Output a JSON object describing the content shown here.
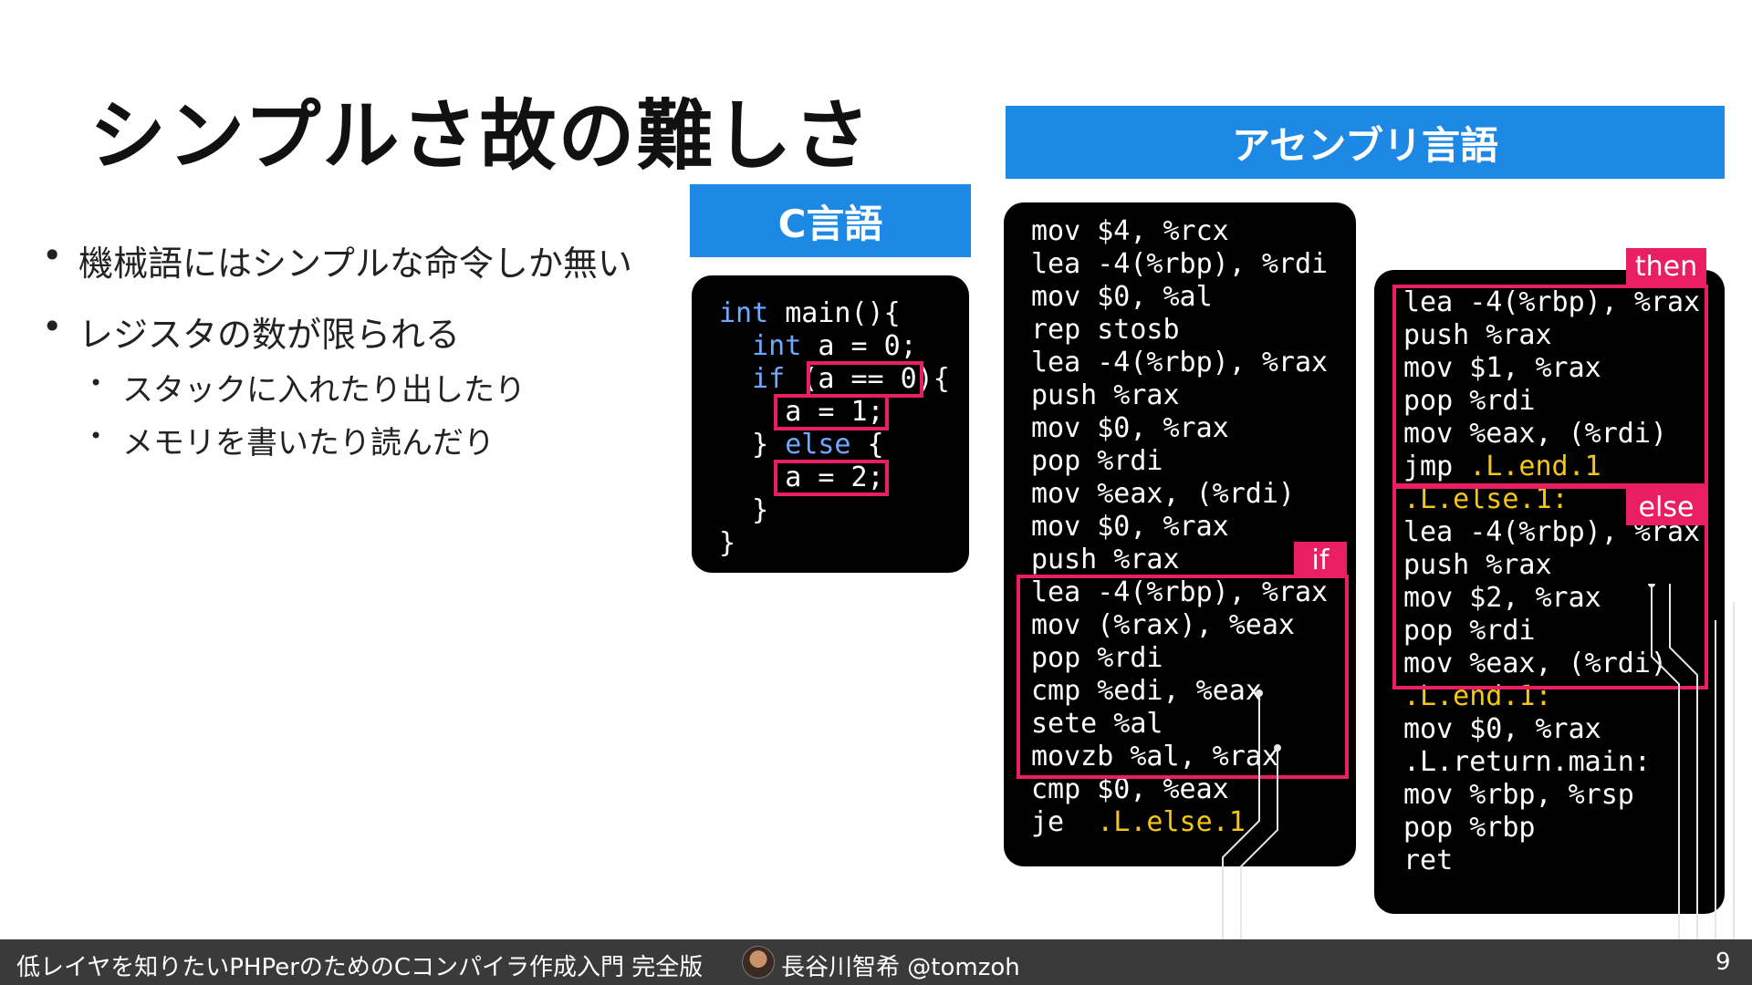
{
  "slide": {
    "title": "シンプルさ故の難しさ",
    "bullets": [
      "機械語にはシンプルな命令しか無い",
      "レジスタの数が限られる"
    ],
    "sub_bullets": [
      "スタックに入れたり出したり",
      "メモリを書いたり読んだり"
    ]
  },
  "c_panel": {
    "header": "C言語",
    "lines": [
      {
        "kw": "int",
        "rest": " main(){"
      },
      {
        "kw": "  int",
        "rest": " a = 0;"
      },
      {
        "kw": "  if",
        "rest": " (a == 0){"
      },
      {
        "kw": "",
        "rest": "    a = 1;"
      },
      {
        "kw": "",
        "rest": "  } ",
        "kw2": "else",
        "rest2": " {"
      },
      {
        "kw": "",
        "rest": "    a = 2;"
      },
      {
        "kw": "",
        "rest": "  }"
      },
      {
        "kw": "",
        "rest": "}"
      }
    ]
  },
  "asm_panel": {
    "header": "アセンブリ言語",
    "col1": [
      "mov $4, %rcx",
      "lea -4(%rbp), %rdi",
      "mov $0, %al",
      "rep stosb",
      "lea -4(%rbp), %rax",
      "push %rax",
      "mov $0, %rax",
      "pop %rdi",
      "mov %eax, (%rdi)",
      "mov $0, %rax",
      "push %rax",
      "lea -4(%rbp), %rax",
      "mov (%rax), %eax",
      "pop %rdi",
      "cmp %edi, %eax",
      "sete %al",
      "movzb %al, %rax",
      "cmp $0, %eax"
    ],
    "col1_last": {
      "op": "je  ",
      "label": ".L.else.1"
    },
    "col2": [
      {
        "t": "lea -4(%rbp), %rax",
        "hl": false
      },
      {
        "t": "push %rax",
        "hl": false
      },
      {
        "t": "mov $1, %rax",
        "hl": false
      },
      {
        "t": "pop %rdi",
        "hl": false
      },
      {
        "t": "mov %eax, (%rdi)",
        "hl": false
      },
      {
        "t": "jmp ",
        "hl": false,
        "label": ".L.end.1"
      },
      {
        "t": ".L.else.1:",
        "hl": true
      },
      {
        "t": "lea -4(%rbp), %rax",
        "hl": false
      },
      {
        "t": "push %rax",
        "hl": false
      },
      {
        "t": "mov $2, %rax",
        "hl": false
      },
      {
        "t": "pop %rdi",
        "hl": false
      },
      {
        "t": "mov %eax, (%rdi)",
        "hl": false
      },
      {
        "t": ".L.end.1:",
        "hl": true
      },
      {
        "t": "mov $0, %rax",
        "hl": false
      },
      {
        "t": ".L.return.main:",
        "hl": false
      },
      {
        "t": "mov %rbp, %rsp",
        "hl": false
      },
      {
        "t": "pop %rbp",
        "hl": false
      },
      {
        "t": "ret",
        "hl": false
      }
    ],
    "tags": {
      "if": "if",
      "then": "then",
      "else": "else"
    }
  },
  "footer": {
    "talk_title": "低レイヤを知りたいPHPerのためのCコンパイラ作成入門 完全版",
    "speaker": "長谷川智希 @tomzoh",
    "page": "9"
  },
  "colors": {
    "accent": "#1e88e5",
    "highlight": "#e91e63",
    "label": "#f5c518",
    "keyword": "#6fa8ff"
  }
}
